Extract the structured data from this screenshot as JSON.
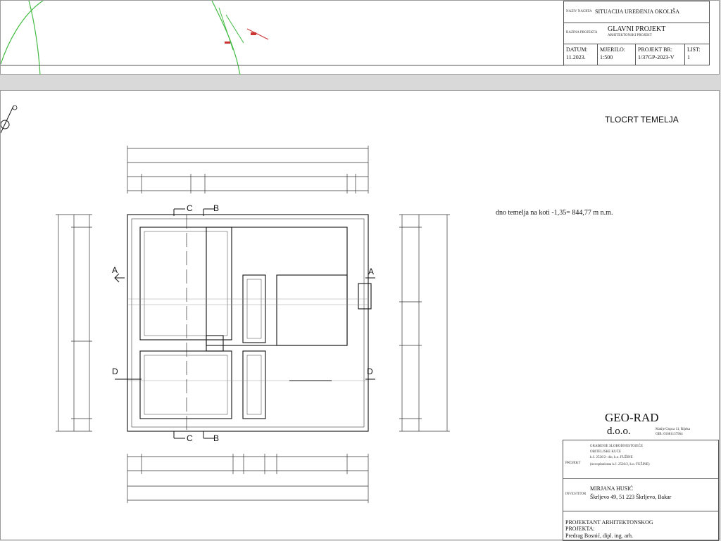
{
  "top_sheet": {
    "naziv_label": "NAZIV NACRTA",
    "naziv_value": "SITUACIJA UREĐENJA OKOLIŠA",
    "razina_label": "RAZINA PROJEKTA",
    "razina_value": "GLAVNI PROJEKT",
    "razina_sub": "ARHITEKTONSKI PROJEKT",
    "datum_label": "DATUM:",
    "datum_value": "11.2023.",
    "mjerilo_label": "MJERILO:",
    "mjerilo_value": "1:500",
    "projekt_label": "PROJEKT BR:",
    "projekt_value": "1/37GP-2023-V",
    "list_label": "LIST:",
    "list_value": "1"
  },
  "drawing": {
    "title": "TLOCRT TEMELJA",
    "note": "dno temelja na koti -1,35= 844,77 m n.m.",
    "sections": [
      "A",
      "A",
      "B",
      "B",
      "C",
      "C",
      "D",
      "D"
    ]
  },
  "title_block": {
    "company_name": "GEO-RAD",
    "company_suffix": "d.o.o.",
    "company_address": "Matije Gupca 11, Rijeka",
    "company_oib": "OIB: 01681137964",
    "projekt_label": "PROJEKT",
    "projekt_line1": "GRAĐENJE SLOBODNOSTOJEĆE",
    "projekt_line2": "OBITELJSKE KUĆE",
    "projekt_line3": "k.č. 2526/2- dio, k.o. FUŽINE",
    "projekt_line4": "(novoplanirana k.č. 2526/2, k.o. FUŽINE)",
    "investitor_label": "INVESTITOR",
    "investitor_name": "MIRJANA HUSIĆ",
    "investitor_address": "Škrljevo 49, 51 223 Škrljevo, Bakar",
    "projektant_line1": "PROJEKTANT ARHITEKTONSKOG",
    "projektant_line2": "PROJEKTA:",
    "projektant_name": "Predrag Bosnić, dipl. ing. arh."
  },
  "colors": {
    "line": "#111111",
    "dim": "#333333",
    "site_green": "#44bb44",
    "site_red": "#cc3333"
  }
}
